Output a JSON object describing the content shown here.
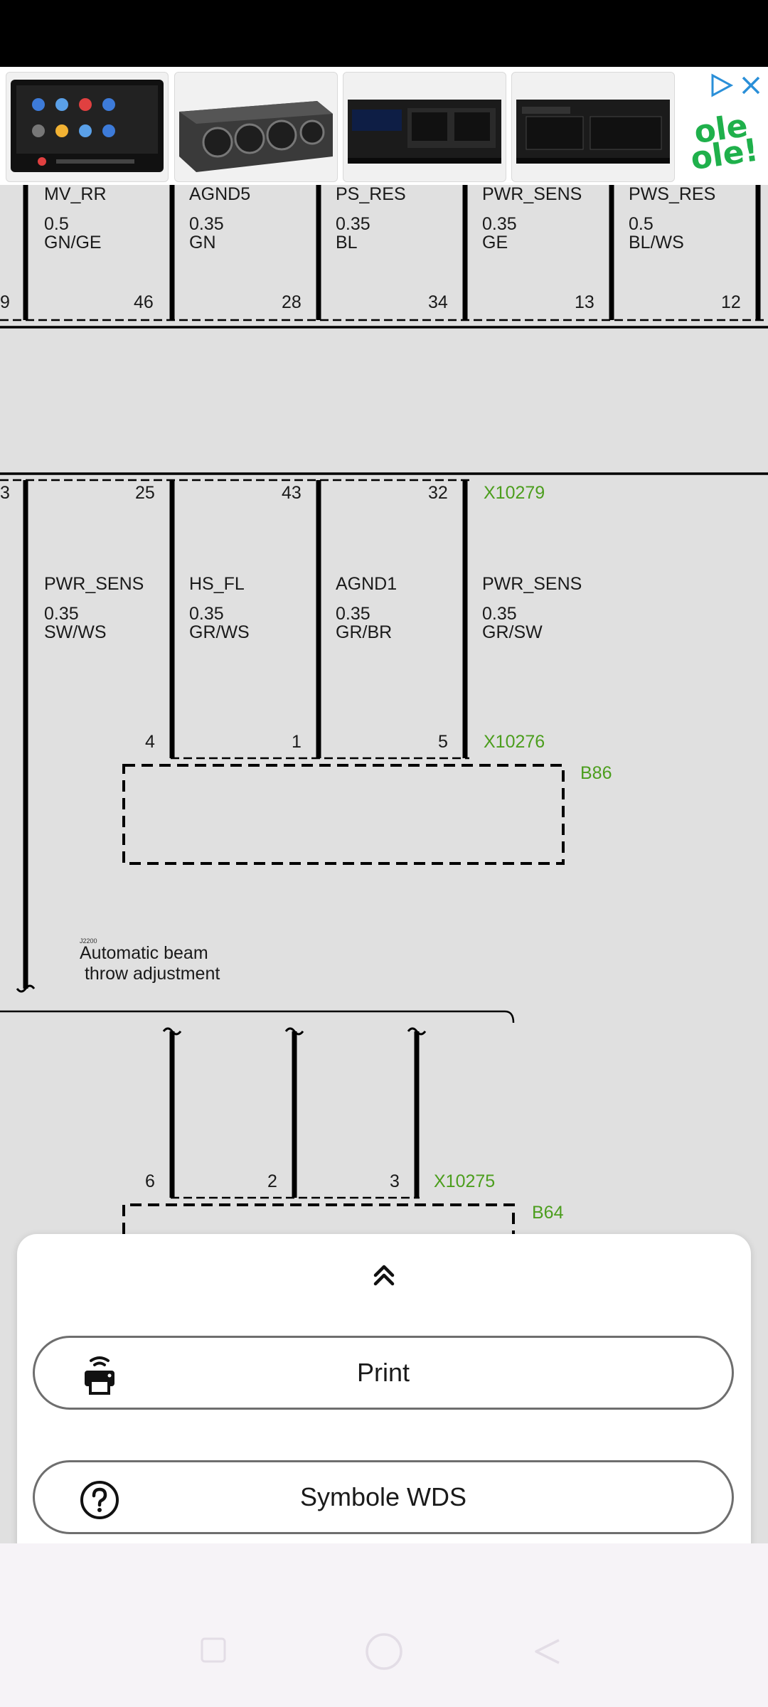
{
  "ad": {
    "brand_line1": "ole",
    "brand_line2": "ole!",
    "icons": [
      "ad-choices-icon",
      "close-icon"
    ]
  },
  "diagram": {
    "top_wires": [
      {
        "name": "MV_RR",
        "size": "0.5",
        "color": "GN/GE",
        "pin": "46"
      },
      {
        "name": "AGND5",
        "size": "0.35",
        "color": "GN",
        "pin": "28"
      },
      {
        "name": "PS_RES",
        "size": "0.35",
        "color": "BL",
        "pin": "34"
      },
      {
        "name": "PWR_SENS",
        "size": "0.35",
        "color": "GE",
        "pin": "13"
      },
      {
        "name": "PWS_RES",
        "size": "0.5",
        "color": "BL/WS",
        "pin": "12"
      }
    ],
    "top_left_pin": "9",
    "mid_left_pin": "3",
    "mid_wires": [
      {
        "name": "PWR_SENS",
        "size": "0.35",
        "color": "SW/WS",
        "top_pin": "25",
        "bottom_pin": "4"
      },
      {
        "name": "HS_FL",
        "size": "0.35",
        "color": "GR/WS",
        "top_pin": "43",
        "bottom_pin": "1"
      },
      {
        "name": "AGND1",
        "size": "0.35",
        "color": "GR/BR",
        "top_pin": "32",
        "bottom_pin": "5"
      },
      {
        "name": "PWR_SENS",
        "size": "0.35",
        "color": "GR/SW"
      }
    ],
    "connectors": {
      "upper": "X10279",
      "lower": "X10276",
      "bottom": "X10275"
    },
    "components": {
      "b86": "B86",
      "b64": "B64"
    },
    "note_code": "J2200",
    "note_text": "Automatic beam\n throw adjustment",
    "bottom_pins": [
      "6",
      "2",
      "3"
    ]
  },
  "sheet": {
    "print_label": "Print",
    "symbols_label": "Symbole WDS",
    "icons": [
      "chevron-up-double-icon",
      "printer-icon",
      "help-circle-icon"
    ]
  },
  "nav": {
    "icons": [
      "recents-icon",
      "home-icon",
      "back-icon"
    ]
  }
}
